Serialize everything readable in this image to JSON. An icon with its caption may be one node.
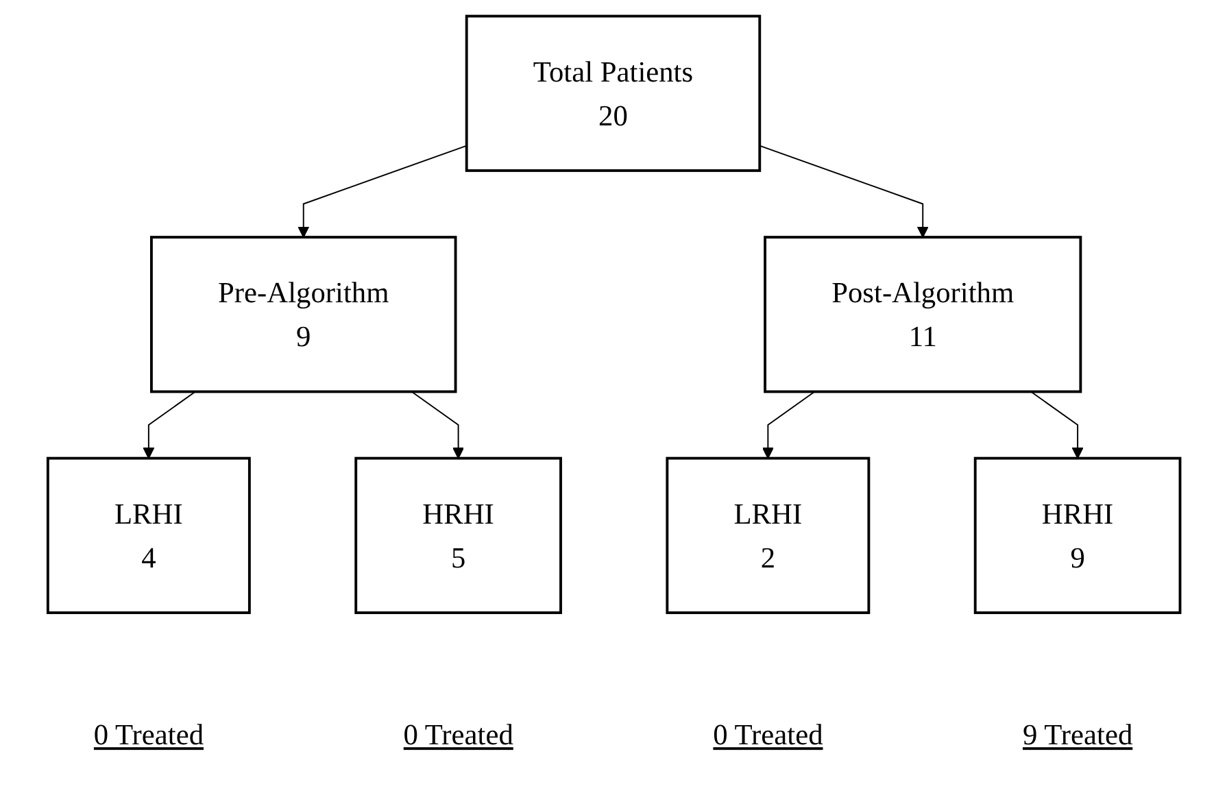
{
  "diagram": {
    "nodes": [
      {
        "text": [
          "Total Patients",
          "20"
        ]
      },
      {
        "text": [
          "Pre-Algorithm",
          "9"
        ]
      },
      {
        "text": [
          "Post-Algorithm",
          "11"
        ]
      },
      {
        "text": [
          "LRHI",
          "4"
        ],
        "beside": [
          "0 Treated"
        ]
      },
      {
        "text": [
          "HRHI",
          "5"
        ],
        "beside": [
          "0 Treated"
        ]
      },
      {
        "text": [
          "LRHI",
          "2"
        ],
        "beside": [
          "0 Treated"
        ]
      },
      {
        "text": [
          "HRHI",
          "9"
        ],
        "beside": [
          "9 Treated"
        ]
      }
    ],
    "edges": [
      {
        "from": 0,
        "to": 1,
        "arrow": "to"
      },
      {
        "from": 0,
        "to": 2,
        "arrow": "to"
      },
      {
        "from": 1,
        "to": 3,
        "arrow": "to"
      },
      {
        "from": 1,
        "to": 4,
        "arrow": "to"
      },
      {
        "from": 2,
        "to": 5,
        "arrow": "to"
      },
      {
        "from": 2,
        "to": 6,
        "arrow": "to"
      }
    ]
  }
}
